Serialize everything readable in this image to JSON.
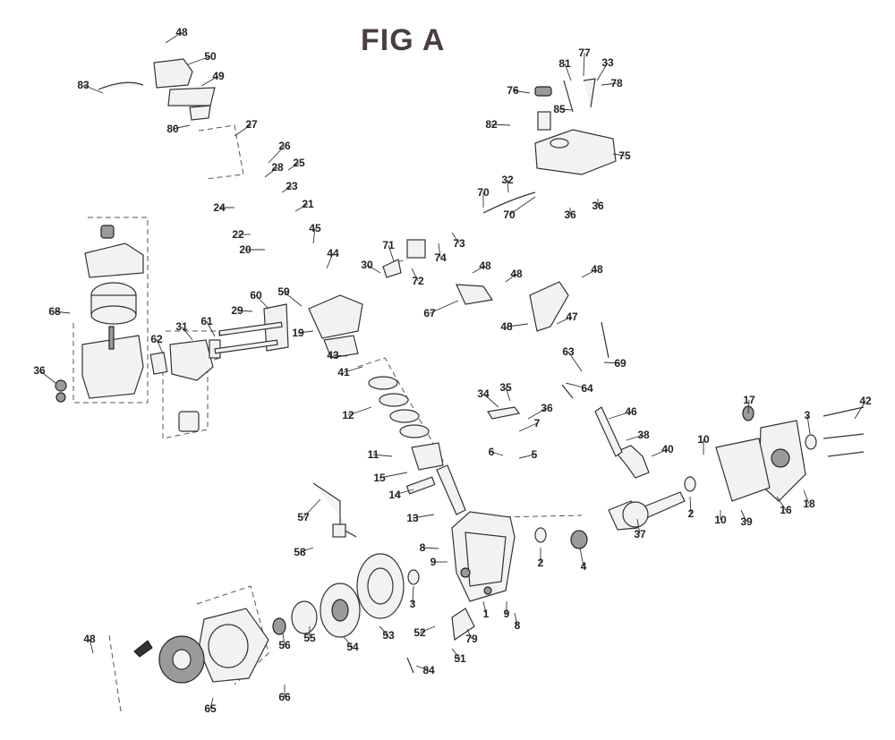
{
  "title": "FIG A",
  "labels": [
    "1",
    "2",
    "2",
    "3",
    "3",
    "4",
    "5",
    "6",
    "7",
    "8",
    "8",
    "9",
    "9",
    "10",
    "10",
    "11",
    "12",
    "13",
    "14",
    "15",
    "16",
    "17",
    "18",
    "19",
    "20",
    "21",
    "22",
    "23",
    "24",
    "25",
    "26",
    "27",
    "28",
    "29",
    "30",
    "31",
    "32",
    "33",
    "34",
    "35",
    "36",
    "36",
    "36",
    "36",
    "37",
    "38",
    "39",
    "40",
    "41",
    "42",
    "43",
    "44",
    "45",
    "46",
    "47",
    "48",
    "48",
    "48",
    "48",
    "48",
    "48",
    "49",
    "50",
    "51",
    "52",
    "53",
    "54",
    "55",
    "56",
    "57",
    "58",
    "59",
    "60",
    "61",
    "62",
    "63",
    "64",
    "65",
    "66",
    "67",
    "68",
    "69",
    "70",
    "70",
    "71",
    "72",
    "73",
    "74",
    "75",
    "76",
    "77",
    "78",
    "79",
    "80",
    "81",
    "82",
    "83",
    "84",
    "85"
  ]
}
